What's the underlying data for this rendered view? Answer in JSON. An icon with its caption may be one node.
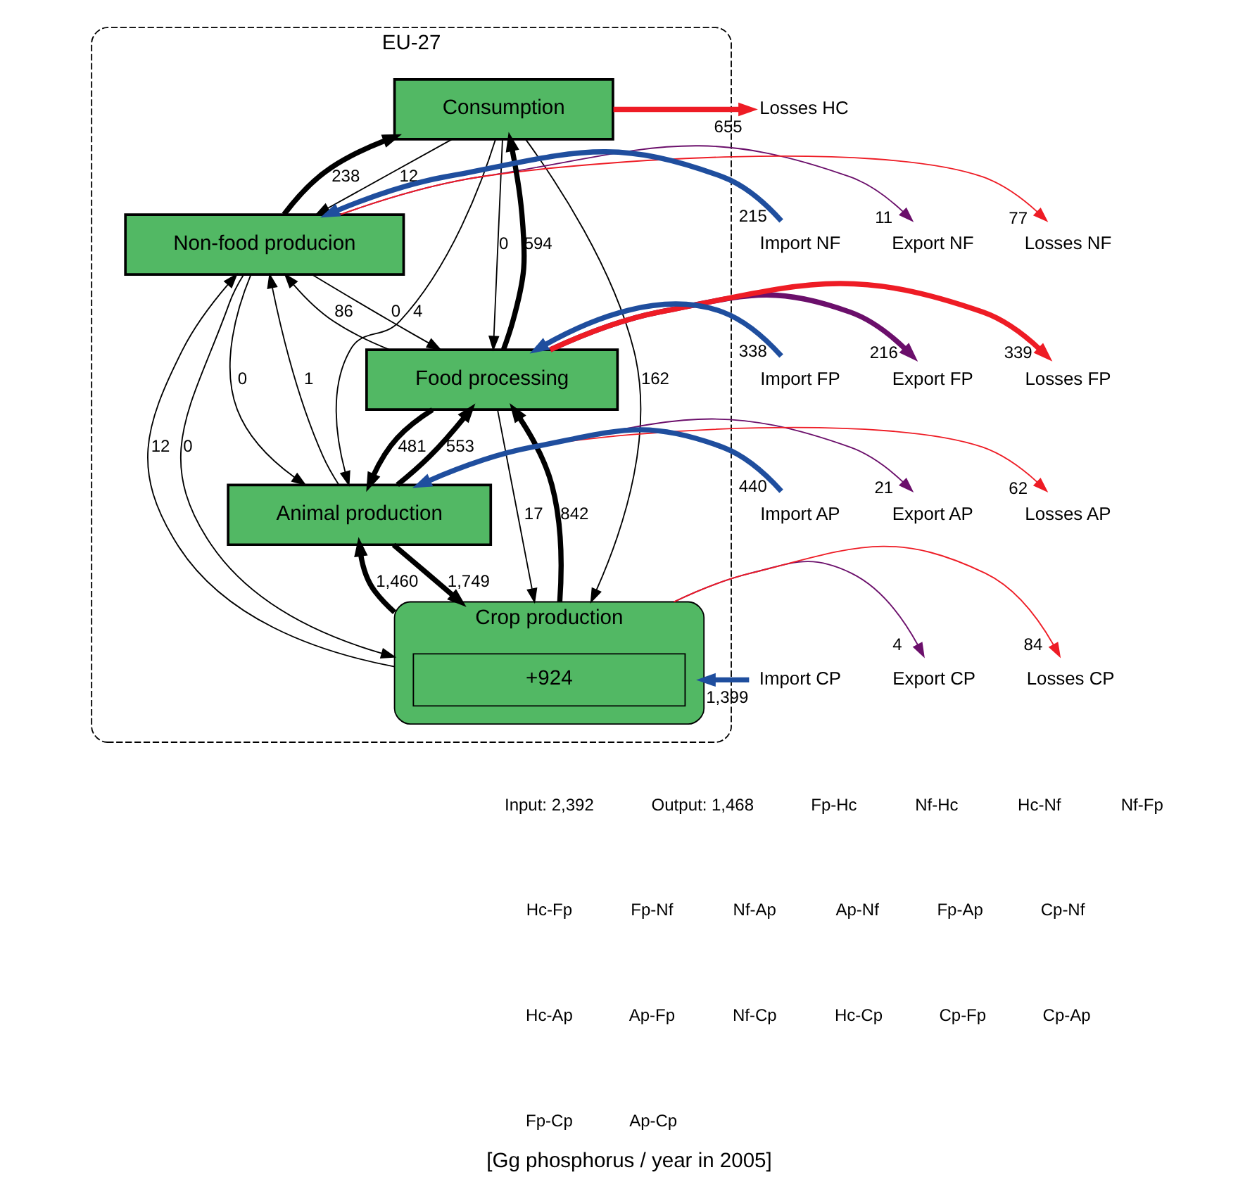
{
  "diagram": {
    "caption": "[Gg phosphorus / year in 2005]",
    "nodes": [
      {
        "text": [
          "EU-27"
        ]
      },
      {
        "text": [
          "Consumption"
        ],
        "in": 0
      },
      {
        "text": [
          "Non-food producion"
        ],
        "in": 0
      },
      {
        "text": [
          "Food processing"
        ],
        "in": 0
      },
      {
        "text": [
          "Animal production"
        ],
        "in": 0
      },
      {
        "text": [
          "Crop production"
        ],
        "in": 0
      },
      {
        "text": [
          "+924"
        ],
        "in": 5
      },
      {
        "text": [
          "Import NF"
        ]
      },
      {
        "text": [
          "Import FP"
        ]
      },
      {
        "text": [
          "Import AP"
        ]
      },
      {
        "text": [
          "Import CP"
        ]
      },
      {
        "text": [
          "Losses HC"
        ]
      },
      {
        "text": [
          "Export NF"
        ]
      },
      {
        "text": [
          "Losses NF"
        ]
      },
      {
        "text": [
          "Export FP"
        ]
      },
      {
        "text": [
          "Losses FP"
        ]
      },
      {
        "text": [
          "Export AP"
        ]
      },
      {
        "text": [
          "Losses AP"
        ]
      },
      {
        "text": [
          "Export CP"
        ]
      },
      {
        "text": [
          "Losses CP"
        ]
      }
    ],
    "edges": [
      {
        "from": 3,
        "to": 1,
        "arrow": "to",
        "label": "594",
        "style": "thick"
      },
      {
        "from": 1,
        "to": 2,
        "arrow": "to",
        "label": "12"
      },
      {
        "from": 2,
        "to": 1,
        "arrow": "to",
        "label": "238",
        "style": "thick"
      },
      {
        "from": 1,
        "to": 3,
        "arrow": "to",
        "label": "0"
      },
      {
        "from": 2,
        "to": 3,
        "arrow": "to",
        "label": "0"
      },
      {
        "from": 3,
        "to": 2,
        "arrow": "to",
        "label": "86"
      },
      {
        "from": 2,
        "to": 4,
        "arrow": "to",
        "label": "0"
      },
      {
        "from": 4,
        "to": 2,
        "arrow": "to",
        "label": "1"
      },
      {
        "from": 1,
        "to": 4,
        "arrow": "to",
        "label": "4"
      },
      {
        "from": 3,
        "to": 4,
        "arrow": "to",
        "label": "481",
        "style": "thick"
      },
      {
        "from": 4,
        "to": 3,
        "arrow": "to",
        "label": "553",
        "style": "thick"
      },
      {
        "from": 2,
        "to": 5,
        "arrow": "to",
        "label": "0"
      },
      {
        "from": 5,
        "to": 2,
        "arrow": "to",
        "label": "12"
      },
      {
        "from": 1,
        "to": 5,
        "arrow": "to",
        "label": "162"
      },
      {
        "from": 3,
        "to": 5,
        "arrow": "to",
        "label": "17"
      },
      {
        "from": 5,
        "to": 3,
        "arrow": "to",
        "label": "842",
        "style": "thick"
      },
      {
        "from": 4,
        "to": 5,
        "arrow": "to",
        "label": "1,749",
        "style": "thick"
      },
      {
        "from": 5,
        "to": 4,
        "arrow": "to",
        "label": "1,460",
        "style": "thick"
      },
      {
        "from": 7,
        "to": 2,
        "arrow": "to",
        "label": "215",
        "style": "thick",
        "color": "#1f4e9e"
      },
      {
        "from": 8,
        "to": 3,
        "arrow": "to",
        "label": "338",
        "style": "thick",
        "color": "#1f4e9e"
      },
      {
        "from": 9,
        "to": 4,
        "arrow": "to",
        "label": "440",
        "style": "thick",
        "color": "#1f4e9e"
      },
      {
        "from": 10,
        "to": 5,
        "arrow": "to",
        "label": "1,399",
        "style": "thick",
        "color": "#1f4e9e"
      },
      {
        "from": 1,
        "to": 11,
        "arrow": "to",
        "label": "655",
        "style": "thick",
        "color": "#ee1c25"
      },
      {
        "from": 2,
        "to": 12,
        "arrow": "to",
        "label": "11",
        "color": "#6b0f6b"
      },
      {
        "from": 2,
        "to": 13,
        "arrow": "to",
        "label": "77",
        "color": "#ee1c25"
      },
      {
        "from": 3,
        "to": 14,
        "arrow": "to",
        "label": "216",
        "style": "thick",
        "color": "#6b0f6b"
      },
      {
        "from": 3,
        "to": 15,
        "arrow": "to",
        "label": "339",
        "style": "thick",
        "color": "#ee1c25"
      },
      {
        "from": 4,
        "to": 16,
        "arrow": "to",
        "label": "21",
        "color": "#6b0f6b"
      },
      {
        "from": 4,
        "to": 17,
        "arrow": "to",
        "label": "62",
        "color": "#ee1c25"
      },
      {
        "from": 5,
        "to": 18,
        "arrow": "to",
        "label": "4",
        "color": "#6b0f6b"
      },
      {
        "from": 5,
        "to": 19,
        "arrow": "to",
        "label": "84",
        "color": "#ee1c25"
      }
    ],
    "labels": [
      "Input: 2,392",
      "Output: 1,468",
      "Fp-Hc",
      "Nf-Hc",
      "Hc-Nf",
      "Nf-Fp",
      "Hc-Fp",
      "Fp-Nf",
      "Nf-Ap",
      "Ap-Nf",
      "Fp-Ap",
      "Cp-Nf",
      "Hc-Ap",
      "Ap-Fp",
      "Nf-Cp",
      "Hc-Cp",
      "Cp-Fp",
      "Cp-Ap",
      "Fp-Cp",
      "Ap-Cp"
    ]
  }
}
